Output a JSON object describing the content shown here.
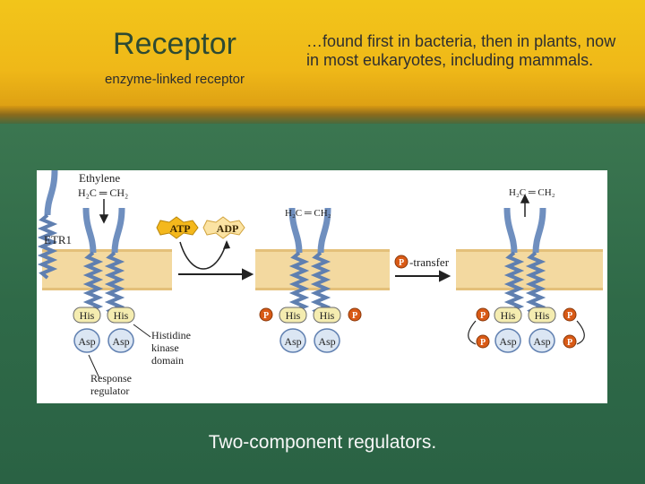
{
  "slide": {
    "title": "Receptor",
    "subtitle": "enzyme-linked receptor",
    "note": "…found first in bacteria, then in plants, now in most eukaryotes, including mammals.",
    "caption": "Two-component regulators."
  },
  "figure": {
    "ethylene_label": "Ethylene",
    "formula_left": "H₂C ═ CH₂",
    "formula_mid": "H₂C ═ CH₂",
    "formula_right": "H₂C ═ CH₂",
    "receptor_label": "ETR1",
    "atp": "ATP",
    "adp": "ADP",
    "his": "His",
    "asp": "Asp",
    "p": "P",
    "transfer_label": "-transfer",
    "hk_label_1": "Histidine",
    "hk_label_2": "kinase",
    "hk_label_3": "domain",
    "rr_label_1": "Response",
    "rr_label_2": "regulator"
  },
  "colors": {
    "header": "#f2c51a",
    "background": "#2f6b4a",
    "membrane": "#f3d9a0",
    "receptor": "#6f8fbf",
    "his_box": "#f4ecb0",
    "atp": "#f4b81c",
    "phosphate": "#d95a16"
  }
}
